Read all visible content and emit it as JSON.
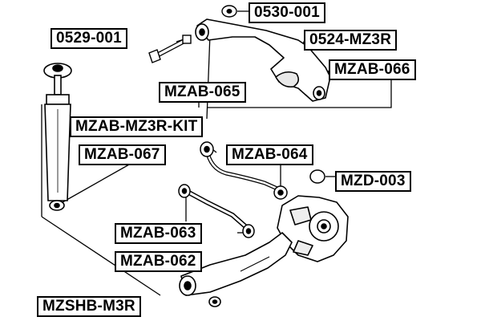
{
  "labels": {
    "p0530_001": "0530-001",
    "p0529_001": "0529-001",
    "p0524_mz3r": "0524-MZ3R",
    "mzab_066": "MZAB-066",
    "mzab_065": "MZAB-065",
    "mzab_mz3r_kit": "MZAB-MZ3R-KIT",
    "mzab_067": "MZAB-067",
    "mzab_064": "MZAB-064",
    "mzd_003": "MZD-003",
    "mzab_063": "MZAB-063",
    "mzab_062": "MZAB-062",
    "mzshb_m3r": "MZSHB-M3R"
  }
}
